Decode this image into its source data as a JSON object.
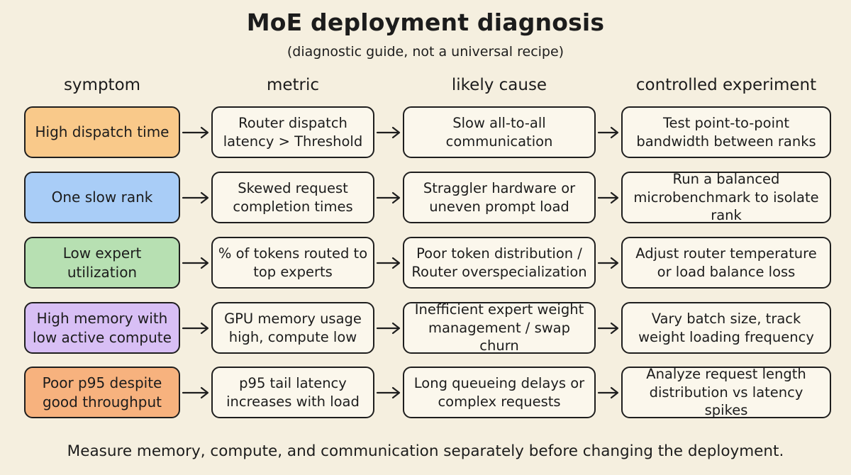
{
  "header": {
    "title": "MoE deployment diagnosis",
    "subtitle": "(diagnostic guide, not a universal recipe)"
  },
  "columns": [
    "symptom",
    "metric",
    "likely cause",
    "controlled experiment"
  ],
  "rows": [
    {
      "color": "#f9c98a",
      "symptom": "High dispatch time",
      "metric": "Router dispatch latency > Threshold",
      "cause": "Slow all-to-all communication",
      "experiment": "Test point-to-point bandwidth between ranks"
    },
    {
      "color": "#a9cdf7",
      "symptom": "One slow rank",
      "metric": "Skewed request completion times",
      "cause": "Straggler hardware or uneven prompt load",
      "experiment": "Run a balanced microbenchmark to isolate rank"
    },
    {
      "color": "#b7e0b2",
      "symptom": "Low expert utilization",
      "metric": "% of tokens routed to top experts",
      "cause": "Poor token distribution / Router overspecialization",
      "experiment": "Adjust router temperature or load balance loss"
    },
    {
      "color": "#d8bff5",
      "symptom": "High memory with low active compute",
      "metric": "GPU memory usage high, compute low",
      "cause": "Inefficient expert weight management / swap churn",
      "experiment": "Vary batch size, track weight loading frequency"
    },
    {
      "color": "#f7b27e",
      "symptom": "Poor p95 despite good throughput",
      "metric": "p95 tail latency increases with load",
      "cause": "Long queueing delays or complex requests",
      "experiment": "Analyze request length distribution vs latency spikes"
    }
  ],
  "footer": "Measure memory, compute, and communication separately before changing the deployment."
}
